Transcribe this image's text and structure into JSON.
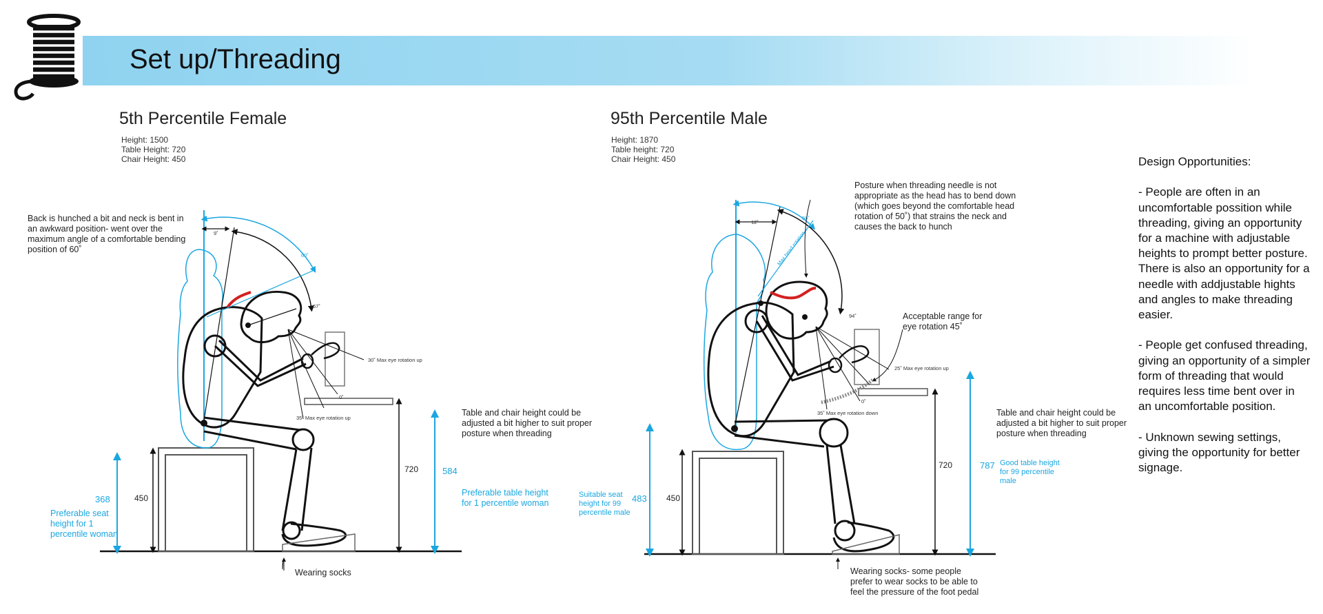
{
  "header": {
    "title": "Set up/Threading",
    "icon": "thread-spool-icon",
    "banner_color": "#8fd3f0"
  },
  "female": {
    "title": "5th Percentile Female",
    "height": "Height: 1500",
    "table_height": "Table Height: 720",
    "chair_height": "Chair Height: 450",
    "note_posture": "Back is hunched a bit and neck is bent in an awkward position- went over the maximum angle of a comfortable bending position of 60˚",
    "note_table": "Table and chair height could be adjusted a bit higher to suit proper posture when threading",
    "note_socks": "Wearing socks",
    "dim_table": "720",
    "dim_chair": "450",
    "dim_pref_table": "584",
    "dim_pref_seat": "368",
    "pref_table_label": "Preferable table height for 1 percentile woman",
    "pref_seat_label": "Preferable seat height for 1 percentile woman",
    "angle_neck": "9˚",
    "angle_head": "60˚",
    "angle_67": "67˚",
    "eye_up": "30˚ Max eye rotation up",
    "eye_down": "35˚ Max eye rotation up",
    "angle_zero": "0˚"
  },
  "male": {
    "title": "95th Percentile Male",
    "height": "Height: 1870",
    "table_height": "Table height: 720",
    "chair_height": "Chair Height: 450",
    "note_posture": "Posture when threading needle is not appropriate as the head has to bend down (which goes beyond the comfortable head rotation of 50˚) that strains the neck and causes the back to hunch",
    "note_eye": "Acceptable range for eye rotation 45˚",
    "note_table": "Table and chair height could be adjusted a bit higher to suit proper posture when threading",
    "note_socks": "Wearing socks- some people prefer to wear socks to be able to feel the pressure of the foot pedal",
    "dim_table": "720",
    "dim_chair": "450",
    "dim_good_table": "787",
    "dim_seat": "483",
    "good_table_label": "Good table height for 99 percentile male",
    "seat_label": "Suitable seat height for 99 percentile male",
    "angle_neck": "12˚",
    "angle_head": "50˚",
    "head_rotation": "Max head rotation",
    "angle_94": "94˚",
    "eye_up": "25˚ Max eye rotation up",
    "eye_down": "35˚ Max eye rotation down",
    "angle_zero": "0˚"
  },
  "design": {
    "heading": "Design Opportunities:",
    "point1": "- People are often in an uncomfortable possition while threading, giving an opportunity for a machine with adjustable heights to prompt better posture.",
    "point1b": "There is also an opportunity for a needle with addjustable hights and angles to make threading easier.",
    "point2": "- People get confused threading, giving an opportunity of a simpler form of threading that would  requires less time bent over in an uncomfortable position.",
    "point3": "- Unknown sewing settings, giving the opportunity for better signage."
  },
  "colors": {
    "accent_blue": "#1aa6e0",
    "strain_red": "#d42020",
    "line": "#111111"
  }
}
